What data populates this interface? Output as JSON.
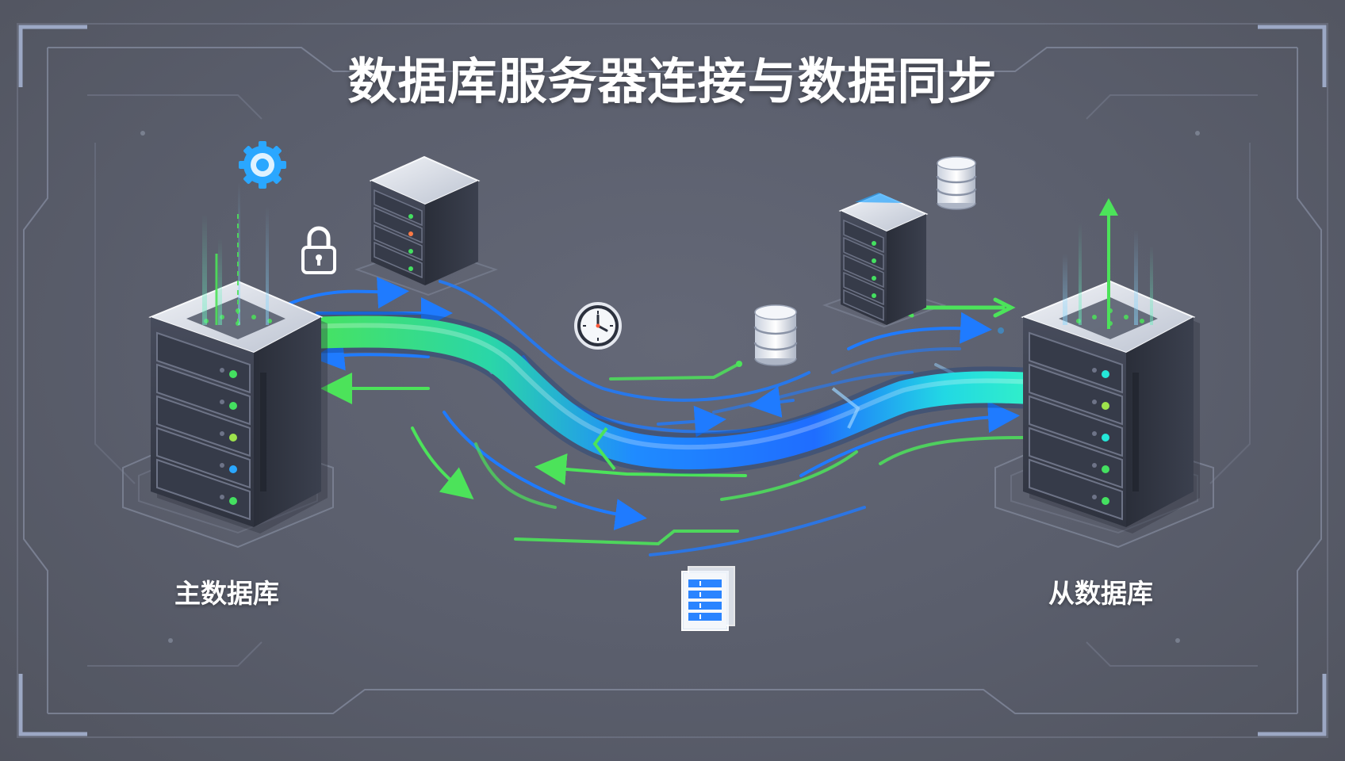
{
  "diagram": {
    "title": "数据库服务器连接与数据同步",
    "primary_label": "主数据库",
    "replica_label": "从数据库"
  },
  "colors": {
    "background": "#5b5f6e",
    "frame": "#8a91a6",
    "frame_accent": "#9fb0d6",
    "flow_blue": "#1f7bff",
    "flow_green": "#4ce35a",
    "flow_cyan": "#24e8d8",
    "server_top": "#e2e6ee",
    "server_body": "#3a3f4e",
    "server_side": "#2c303c",
    "led_green": "#44e060",
    "led_blue": "#2aa7ff"
  },
  "icons": [
    "gear-icon",
    "lock-icon",
    "clock-icon",
    "database-icon",
    "document-icon",
    "upload-arrow-icon",
    "sync-arrow-icon"
  ]
}
